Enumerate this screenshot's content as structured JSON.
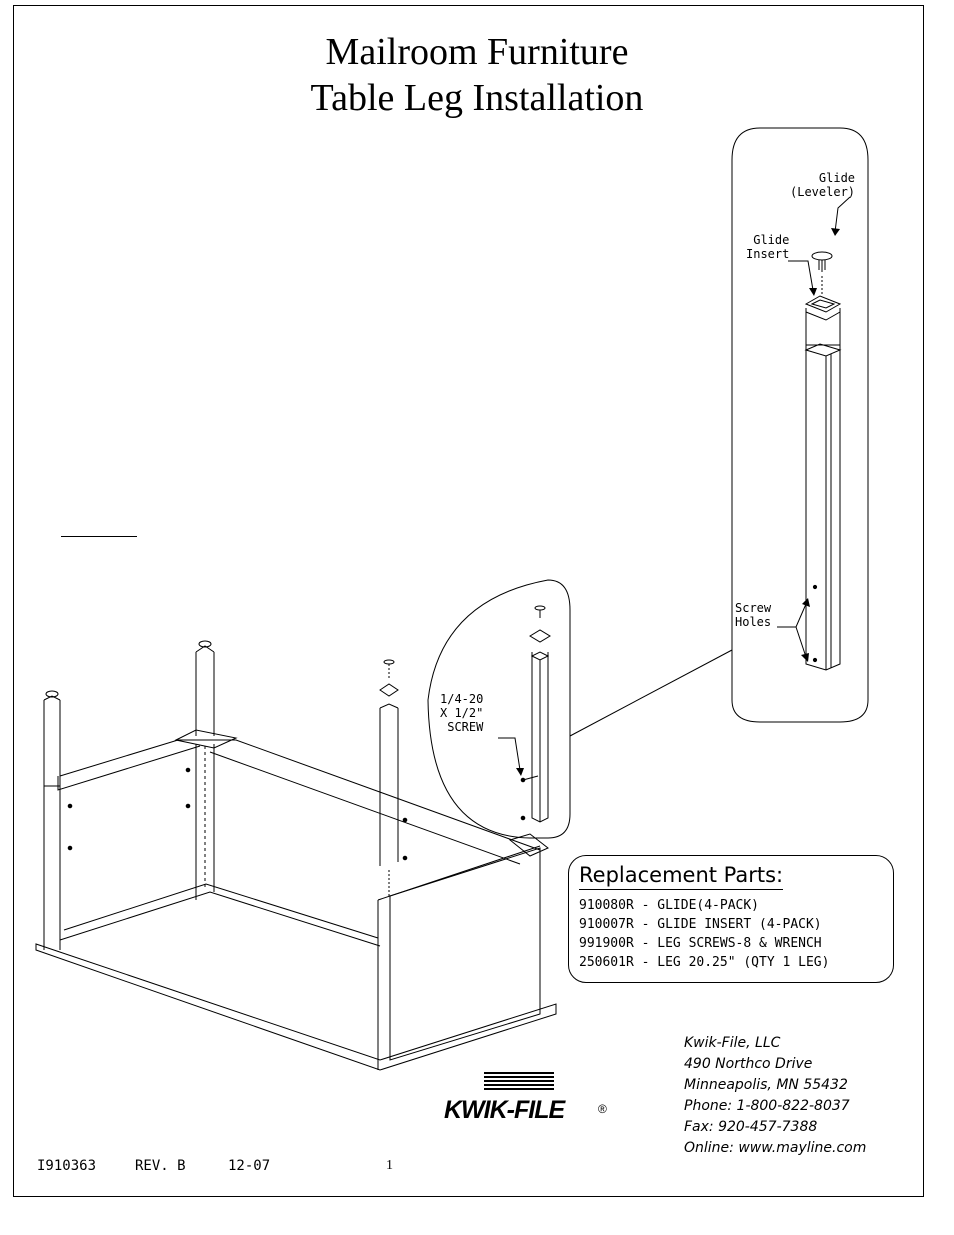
{
  "document": {
    "title_line1": "Mailroom Furniture",
    "title_line2": "Table Leg Installation"
  },
  "callouts": {
    "glide_line1": "Glide",
    "glide_line2": "(Leveler)",
    "insert_line1": "Glide",
    "insert_line2": "Insert",
    "screw_holes_line1": "Screw",
    "screw_holes_line2": "Holes",
    "screw_line1": "1/4-20",
    "screw_line2": "X 1/2\"",
    "screw_line3": "SCREW"
  },
  "replacement_parts": {
    "title": "Replacement Parts:",
    "items": [
      "910080R - GLIDE(4-PACK)",
      "910007R - GLIDE INSERT (4-PACK)",
      "991900R - LEG SCREWS-8 & WRENCH",
      "250601R - LEG 20.25\" (QTY 1 LEG)"
    ]
  },
  "company": {
    "name": "Kwik-File, LLC",
    "street": "490 Northco Drive",
    "city": "Minneapolis, MN 55432",
    "phone": "Phone: 1-800-822-8037",
    "fax": "Fax: 920-457-7388",
    "online": "Online: www.mayline.com",
    "logo_text": "KWIK-FILE",
    "logo_mark": "®"
  },
  "footer": {
    "doc_number": "I910363",
    "revision": "REV. B",
    "date": "12-07",
    "page_number": "1"
  }
}
